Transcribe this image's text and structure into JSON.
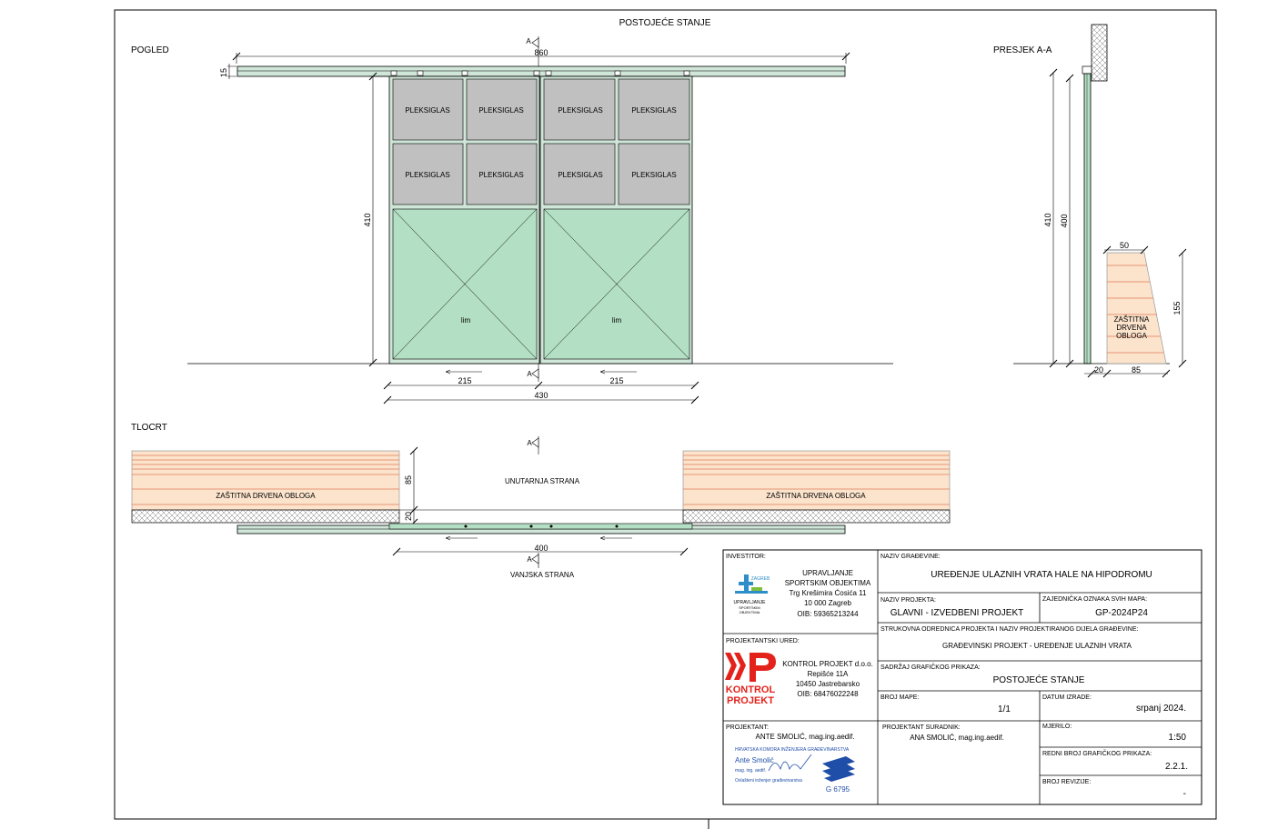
{
  "sheet": {
    "title": "POSTOJEĆE STANJE",
    "view_title": "POGLED",
    "section_title": "PRESJEK A-A",
    "plan_title": "TLOCRT",
    "section_marker": "A"
  },
  "view": {
    "dim_total_width": "860",
    "dim_rail": "15",
    "dim_height": "410",
    "dim_half_left": "215",
    "dim_half_right": "215",
    "dim_door_width": "430",
    "panel_label": "PLEKSIGLAS",
    "sheet_label": "lim"
  },
  "section": {
    "dim_height_total": "410",
    "dim_height_door": "400",
    "dim_top": "50",
    "dim_lining_height": "155",
    "dim_gap": "20",
    "dim_lining_depth": "85",
    "lining_line1": "ZAŠTITNA",
    "lining_line2": "DRVENA",
    "lining_line3": "OBLOGA"
  },
  "plan": {
    "lining_label": "ZAŠTITNA DRVENA OBLOGA",
    "inside_label": "UNUTARNJA STRANA",
    "outside_label": "VANJSKA STRANA",
    "dim_depth": "85",
    "dim_gap": "20",
    "dim_opening": "400"
  },
  "titleblock": {
    "investor_label": "INVESTITOR:",
    "investor_logo_text": "ZAGREB",
    "investor_logo_caption1": "UPRAVLJANJE",
    "investor_logo_caption2": "SPORTSKIM",
    "investor_logo_caption3": "OBJEKTIMA",
    "investor_name1": "UPRAVLJANJE",
    "investor_name2": "SPORTSKIM OBJEKTIMA",
    "investor_address": "Trg Krešimira Ćosića 11",
    "investor_city": "10 000 Zagreb",
    "investor_oib": "OIB: 59365213244",
    "office_label": "PROJEKTANTSKI URED:",
    "office_logo_letters": "KP",
    "office_logo_word1": "KONTROL",
    "office_logo_word2": "PROJEKT",
    "office_name": "KONTROL PROJEKT d.o.o.",
    "office_address": "Repišće 11A",
    "office_city": "10450 Jastrebarsko",
    "office_oib": "OIB: 68476022248",
    "designer_label": "PROJEKTANT:",
    "designer_name": "ANTE SMOLIĆ, mag.ing.aedif.",
    "stamp_chamber": "HRVATSKA KOMORA INŽENJERA GRAĐEVINARSTVA",
    "stamp_name": "Ante Smolić",
    "stamp_title": "mag. ing. aedif.",
    "stamp_role": "Ovlašteni inženjer građevinarstva",
    "stamp_number": "G 6795",
    "building_label": "NAZIV GRAĐEVINE:",
    "building_name": "UREĐENJE ULAZNIH VRATA HALE NA HIPODROMU",
    "project_label": "NAZIV PROJEKTA:",
    "project_name": "GLAVNI - IZVEDBENI PROJEKT",
    "code_label": "ZAJEDNIČKA OZNAKA SVIH MAPA:",
    "code_value": "GP-2024P24",
    "discipline_label": "STRUKOVNA ODREDNICA PROJEKTA I NAZIV PROJEKTIRANOG DIJELA GRAĐEVINE:",
    "discipline_value": "GRAĐEVINSKI PROJEKT - UREĐENJE ULAZNIH VRATA",
    "content_label": "SADRŽAJ GRAFIČKOG PRIKAZA:",
    "content_value": "POSTOJEĆE STANJE",
    "folder_label": "BROJ MAPE:",
    "folder_value": "1/1",
    "date_label": "DATUM IZRADE:",
    "date_value": "srpanj 2024.",
    "collab_label": "PROJEKTANT SURADNIK:",
    "collab_value": "ANA SMOLIĆ, mag.ing.aedif.",
    "scale_label": "MJERILO:",
    "scale_value": "1:50",
    "sheetno_label": "REDNI BROJ GRAFIČKOG PRIKAZA:",
    "sheetno_value": "2.2.1.",
    "revision_label": "BROJ REVIZIJE:",
    "revision_value": "-"
  },
  "colors": {
    "door_green": "#b3dfc4",
    "frame_green": "#cfe6d8",
    "glass_grey": "#c0c0c0",
    "wood": "#fbe3cc",
    "wood_line": "#e07a57",
    "logo_red": "#e3231b",
    "logo_blue": "#1e4ea8"
  }
}
